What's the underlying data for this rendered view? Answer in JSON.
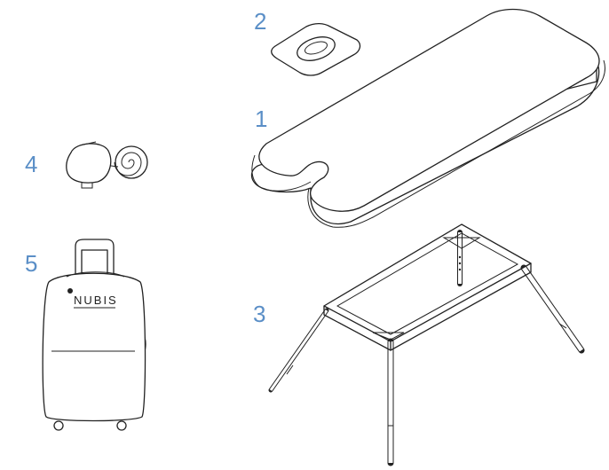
{
  "labels": {
    "mattress": "1",
    "pillow": "2",
    "table_frame": "3",
    "pump": "4",
    "bag": "5"
  },
  "bag_logo": "NUBIS",
  "colors": {
    "label": "#5b8fc7",
    "line": "#222222"
  }
}
